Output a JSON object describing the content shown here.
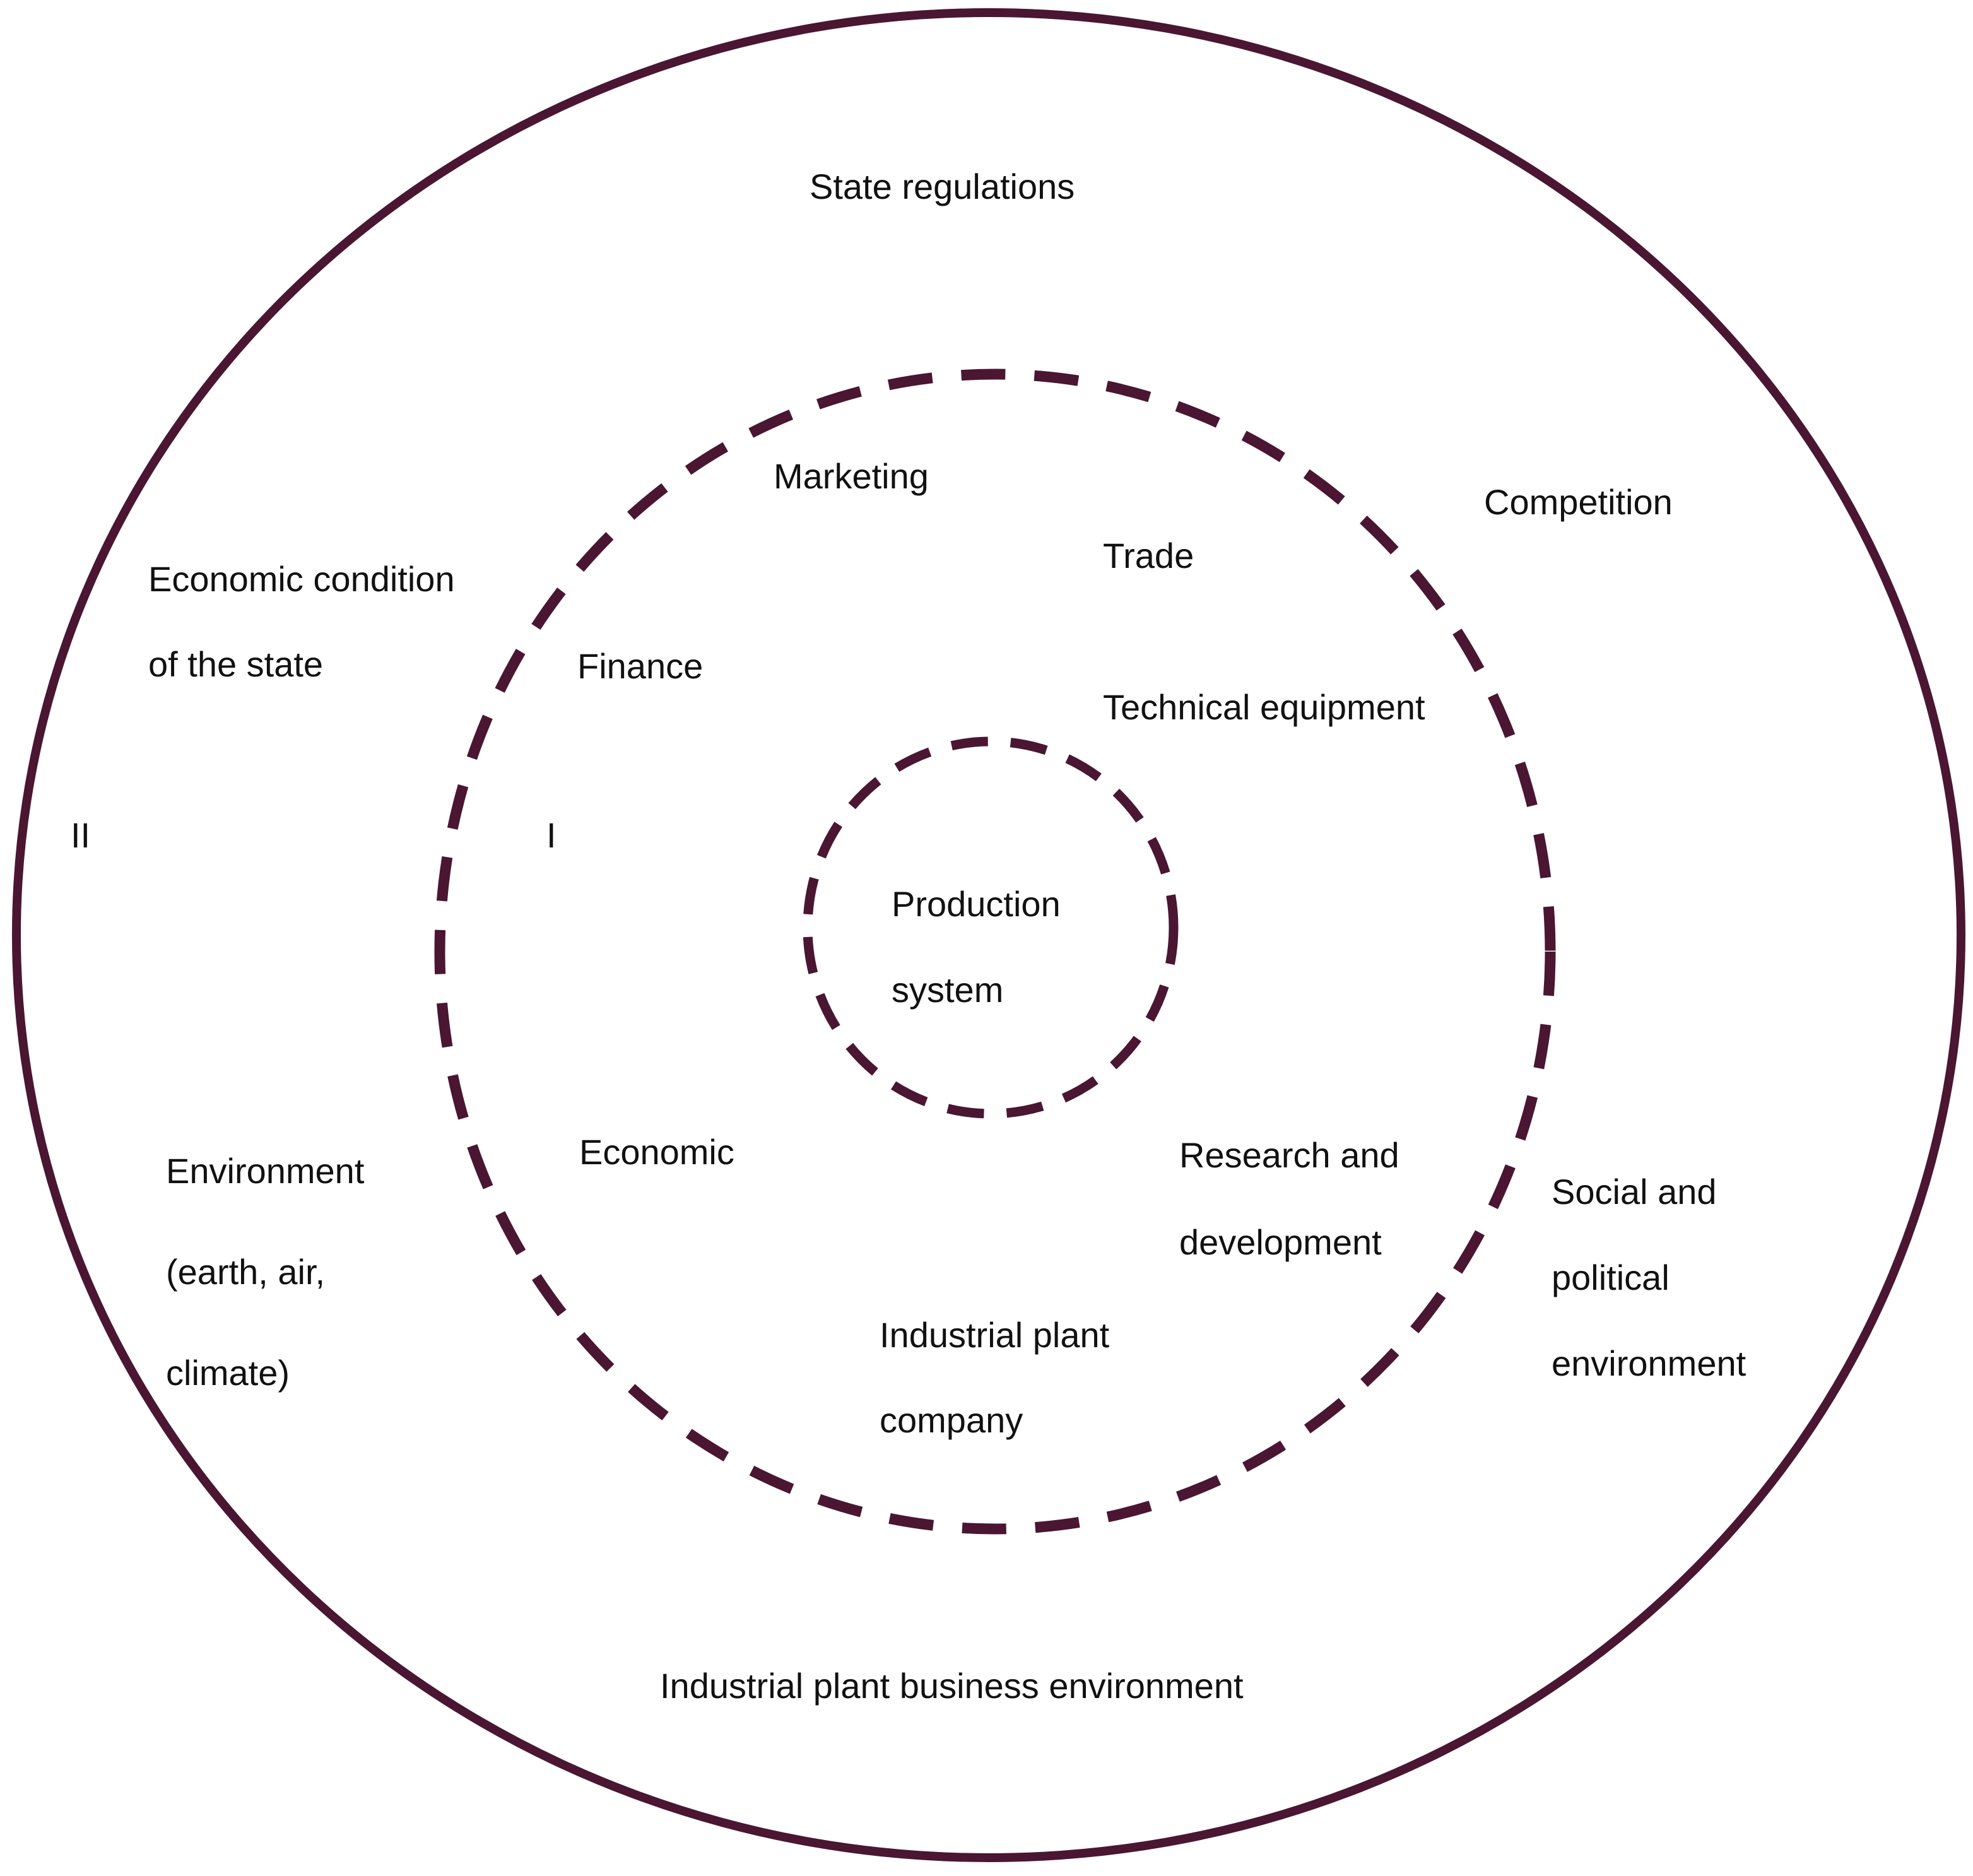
{
  "colors": {
    "ring": "#4a1631",
    "text": "#111111",
    "background": "#ffffff"
  },
  "rings": {
    "outer": {
      "style": "solid",
      "label": "II"
    },
    "middle": {
      "style": "dashed",
      "label": "I"
    },
    "inner": {
      "style": "dashed"
    }
  },
  "labels": {
    "state_regulations": "State regulations",
    "competition": "Competition",
    "economic_condition": [
      "Economic condition",
      "of the state"
    ],
    "environment": [
      "Environment",
      "(earth, air,",
      "climate)"
    ],
    "social_political": [
      "Social and",
      "political",
      "environment"
    ],
    "business_environment": "Industrial plant business environment",
    "marketing": "Marketing",
    "trade": "Trade",
    "finance": "Finance",
    "technical_equipment": "Technical equipment",
    "economic": "Economic",
    "research_development": [
      "Research and",
      "development"
    ],
    "industrial_company": [
      "Industrial plant",
      "company"
    ],
    "production_system": [
      "Production",
      "system"
    ]
  }
}
